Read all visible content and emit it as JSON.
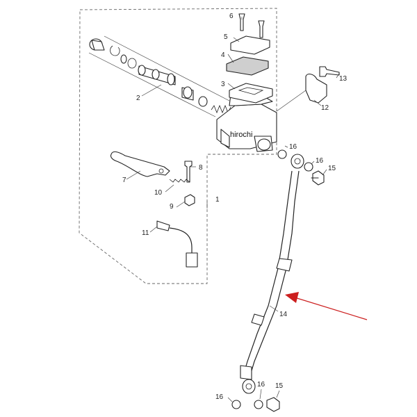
{
  "watermark": "hirochi",
  "callouts": {
    "c1": "1",
    "c2": "2",
    "c3": "3",
    "c4": "4",
    "c5": "5",
    "c6": "6",
    "c7": "7",
    "c8": "8",
    "c9": "9",
    "c10": "10",
    "c11": "11",
    "c12": "12",
    "c13": "13",
    "c14": "14",
    "c15a": "15",
    "c15b": "15",
    "c16a": "16",
    "c16b": "16",
    "c16c": "16",
    "c16d": "16"
  },
  "colors": {
    "pointer_arrow": "#cc1f1f",
    "line": "#222222",
    "assembly_frame": "#666666"
  }
}
